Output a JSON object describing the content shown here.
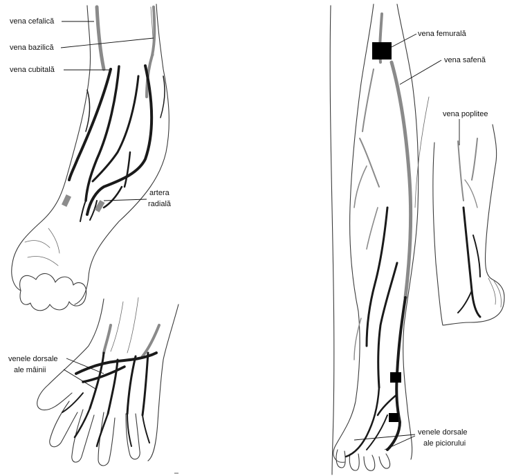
{
  "labels": {
    "cephalic_vein": "vena cefalică",
    "basilic_vein": "vena bazilică",
    "cubital_vein": "vena cubitală",
    "radial_artery_line1": "artera",
    "radial_artery_line2": "radială",
    "hand_dorsal_line1": "venele dorsale",
    "hand_dorsal_line2": "ale mâinii",
    "femoral_vein": "vena femurală",
    "saphenous_vein": "vena safenă",
    "popliteal_vein": "vena poplitee",
    "foot_dorsal_line1": "venele dorsale",
    "foot_dorsal_line2": "ale piciorului"
  },
  "colors": {
    "vein_dark": "#1a1a1a",
    "vein_grey": "#8a8a8a",
    "outline": "#3a3a3a",
    "marker_black": "#000000",
    "marker_grey": "#8c8c8c"
  }
}
